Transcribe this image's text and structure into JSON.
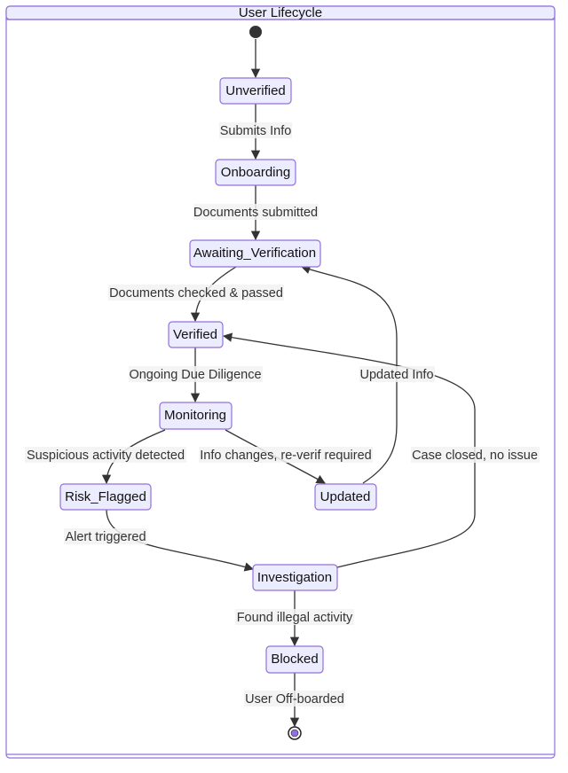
{
  "title": "User Lifecycle",
  "states": [
    {
      "id": "unverified",
      "label": "Unverified"
    },
    {
      "id": "onboarding",
      "label": "Onboarding"
    },
    {
      "id": "awaiting",
      "label": "Awaiting_Verification"
    },
    {
      "id": "verified",
      "label": "Verified"
    },
    {
      "id": "monitoring",
      "label": "Monitoring"
    },
    {
      "id": "risk",
      "label": "Risk_Flagged"
    },
    {
      "id": "updated",
      "label": "Updated"
    },
    {
      "id": "investigation",
      "label": "Investigation"
    },
    {
      "id": "blocked",
      "label": "Blocked"
    }
  ],
  "transitions": [
    {
      "from": "start",
      "to": "unverified",
      "label": ""
    },
    {
      "from": "unverified",
      "to": "onboarding",
      "label": "Submits Info"
    },
    {
      "from": "onboarding",
      "to": "awaiting",
      "label": "Documents submitted"
    },
    {
      "from": "awaiting",
      "to": "verified",
      "label": "Documents checked & passed"
    },
    {
      "from": "verified",
      "to": "monitoring",
      "label": "Ongoing Due Diligence"
    },
    {
      "from": "monitoring",
      "to": "risk",
      "label": "Suspicious activity detected"
    },
    {
      "from": "monitoring",
      "to": "updated",
      "label": "Info changes, re-verif required"
    },
    {
      "from": "updated",
      "to": "awaiting",
      "label": "Updated Info"
    },
    {
      "from": "risk",
      "to": "investigation",
      "label": "Alert triggered"
    },
    {
      "from": "investigation",
      "to": "verified",
      "label": "Case closed, no issue"
    },
    {
      "from": "investigation",
      "to": "blocked",
      "label": "Found illegal activity"
    },
    {
      "from": "blocked",
      "to": "end",
      "label": "User Off-boarded"
    }
  ],
  "colors": {
    "node_fill": "#ececff",
    "node_stroke": "#9370db",
    "edge": "#333333",
    "end_inner": "#9370db"
  }
}
